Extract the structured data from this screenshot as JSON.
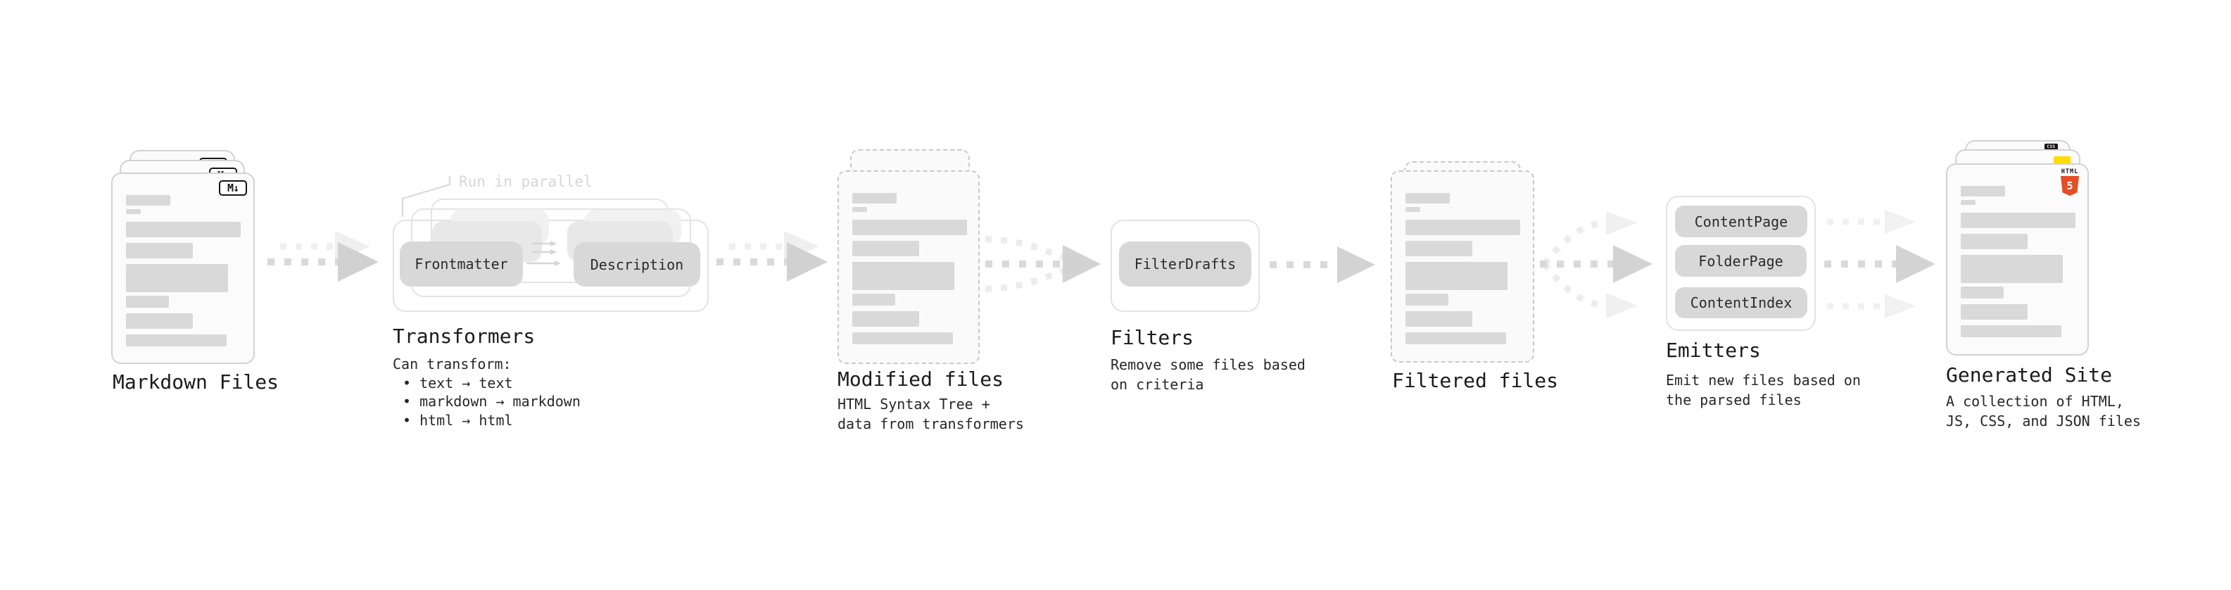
{
  "stages": {
    "markdown": {
      "title": "Markdown Files"
    },
    "transformers": {
      "title": "Transformers",
      "desc_intro": "Can transform:",
      "bullets": [
        "text → text",
        "markdown → markdown",
        "html → html"
      ],
      "annotation": "Run in parallel",
      "node_a": "Frontmatter",
      "node_b": "Description"
    },
    "modified": {
      "title": "Modified files",
      "desc": "HTML Syntax Tree +\ndata from transformers"
    },
    "filters": {
      "title": "Filters",
      "desc": "Remove some files based\non criteria",
      "node": "FilterDrafts"
    },
    "filtered": {
      "title": "Filtered files"
    },
    "emitters": {
      "title": "Emitters",
      "desc": "Emit new files based on\nthe parsed files",
      "nodes": [
        "ContentPage",
        "FolderPage",
        "ContentIndex"
      ]
    },
    "generated": {
      "title": "Generated Site",
      "desc": "A collection of HTML,\nJS, CSS, and JSON files"
    }
  },
  "icons": {
    "markdown_badge": "M↓",
    "html_badge_label": "HTML",
    "html_badge_number": "5",
    "css_badge_label": "CSS"
  },
  "colors": {
    "html5_orange": "#e44d26",
    "js_yellow": "#ffdd00",
    "css_blue": "#2964f2",
    "node_gray": "#d8d8d8",
    "arrow_gray": "#d9d9d9",
    "skeleton_gray": "#d9d9d9"
  }
}
